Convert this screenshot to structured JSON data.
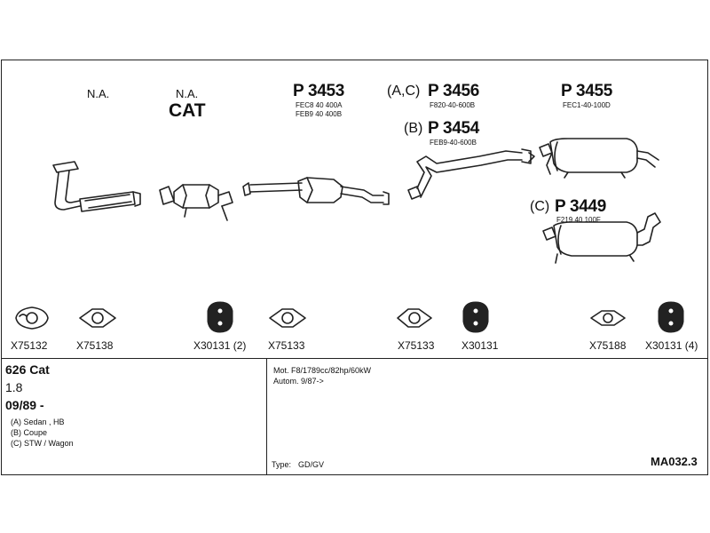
{
  "header": {
    "na_1": "N.A.",
    "na_2": "N.A.",
    "cat": "CAT"
  },
  "parts": {
    "p3453": {
      "number": "P 3453",
      "codes": [
        "FEC8 40 400A",
        "FEB9 40 400B"
      ]
    },
    "p3456": {
      "prefix": "(A,C)",
      "number": "P 3456",
      "codes": [
        "F820-40-600B"
      ]
    },
    "p3454": {
      "prefix": "(B)",
      "number": "P 3454",
      "codes": [
        "FEB9-40-600B"
      ]
    },
    "p3455": {
      "number": "P 3455",
      "codes": [
        "FEC1-40-100D"
      ]
    },
    "p3449": {
      "prefix": "(C)",
      "number": "P 3449",
      "codes": [
        "F219 40 100F"
      ]
    }
  },
  "fittings": [
    {
      "code": "X75132",
      "icon": "gasket-icon"
    },
    {
      "code": "X75138",
      "icon": "gasket-icon"
    },
    {
      "code": "X30131 (2)",
      "icon": "rubber-hanger-icon"
    },
    {
      "code": "X75133",
      "icon": "gasket-icon"
    },
    {
      "code": "X75133",
      "icon": "gasket-icon"
    },
    {
      "code": "X30131",
      "icon": "rubber-hanger-icon"
    },
    {
      "code": "X75188",
      "icon": "gasket-icon"
    },
    {
      "code": "X30131 (4)",
      "icon": "rubber-hanger-icon"
    }
  ],
  "vehicle": {
    "model": "626 Cat",
    "engine": "1.8",
    "date": "09/89 -",
    "bodies": [
      "(A) Sedan , HB",
      "(B) Coupe",
      "(C) STW / Wagon"
    ]
  },
  "specs": {
    "motor": "Mot. F8/1789cc/82hp/60kW",
    "gearbox": "Autom. 9/87->",
    "type_label": "Type:",
    "type_value": "GD/GV"
  },
  "reference": "MA032.3",
  "colors": {
    "line": "#222222",
    "background": "#ffffff"
  }
}
